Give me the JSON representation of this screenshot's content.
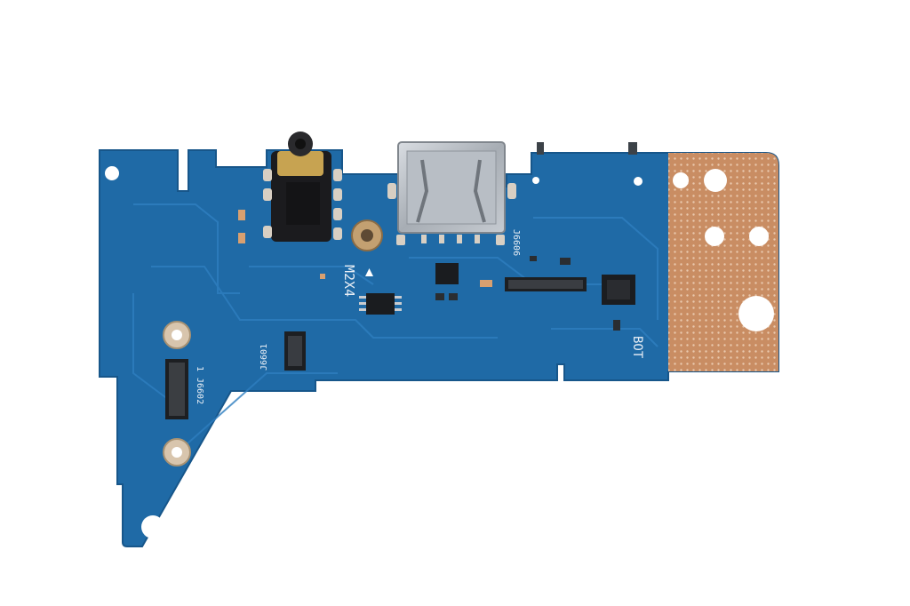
{
  "board": {
    "pcb_color": "#1f6aa6",
    "pad_color": "#c98d63",
    "labels": {
      "usb_connector": "J6606",
      "small_connector": "J6601",
      "ffc_connector": "J6602",
      "pin_one_marker": "1",
      "screw_size": "M2X4",
      "side_marker": "BOT"
    }
  }
}
